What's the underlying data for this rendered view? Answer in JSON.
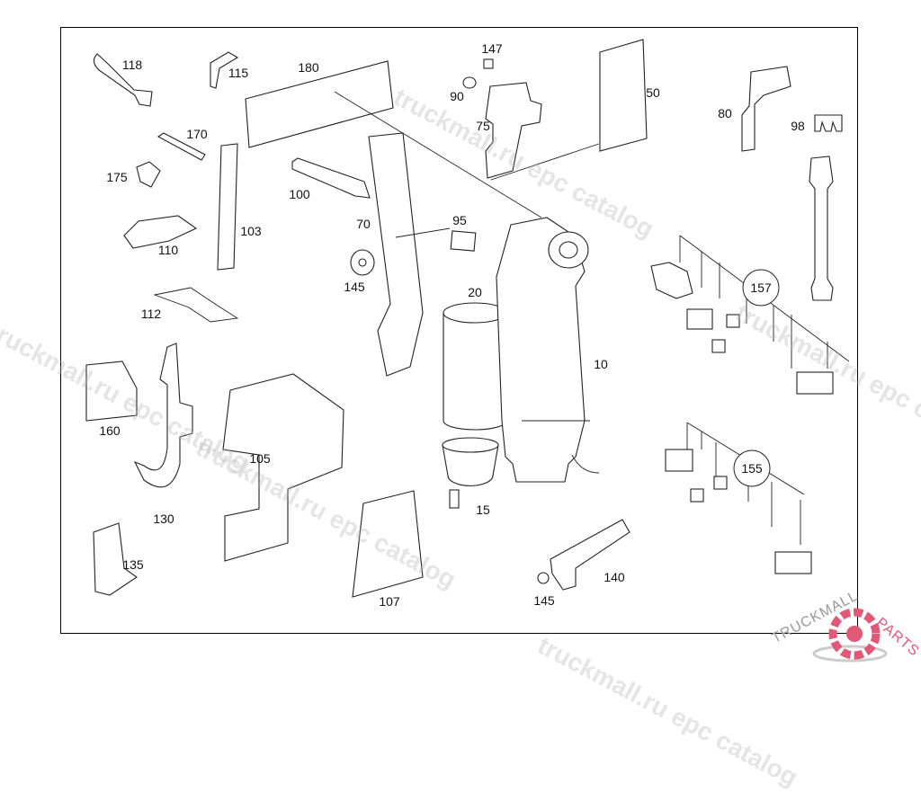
{
  "diagram": {
    "part_labels": [
      "118",
      "115",
      "180",
      "147",
      "90",
      "75",
      "50",
      "80",
      "98",
      "170",
      "175",
      "100",
      "70",
      "95",
      "103",
      "110",
      "145",
      "20",
      "157",
      "112",
      "10",
      "160",
      "105",
      "155",
      "130",
      "15",
      "135",
      "140",
      "145",
      "107"
    ],
    "circled_labels": [
      "157",
      "155"
    ]
  },
  "watermark": {
    "text": "truckmall.ru epc catalog"
  },
  "logo": {
    "text_left": "TRUCKMALL",
    "text_right": "PARTS",
    "accent": "#e05a78",
    "gray": "#999999"
  }
}
